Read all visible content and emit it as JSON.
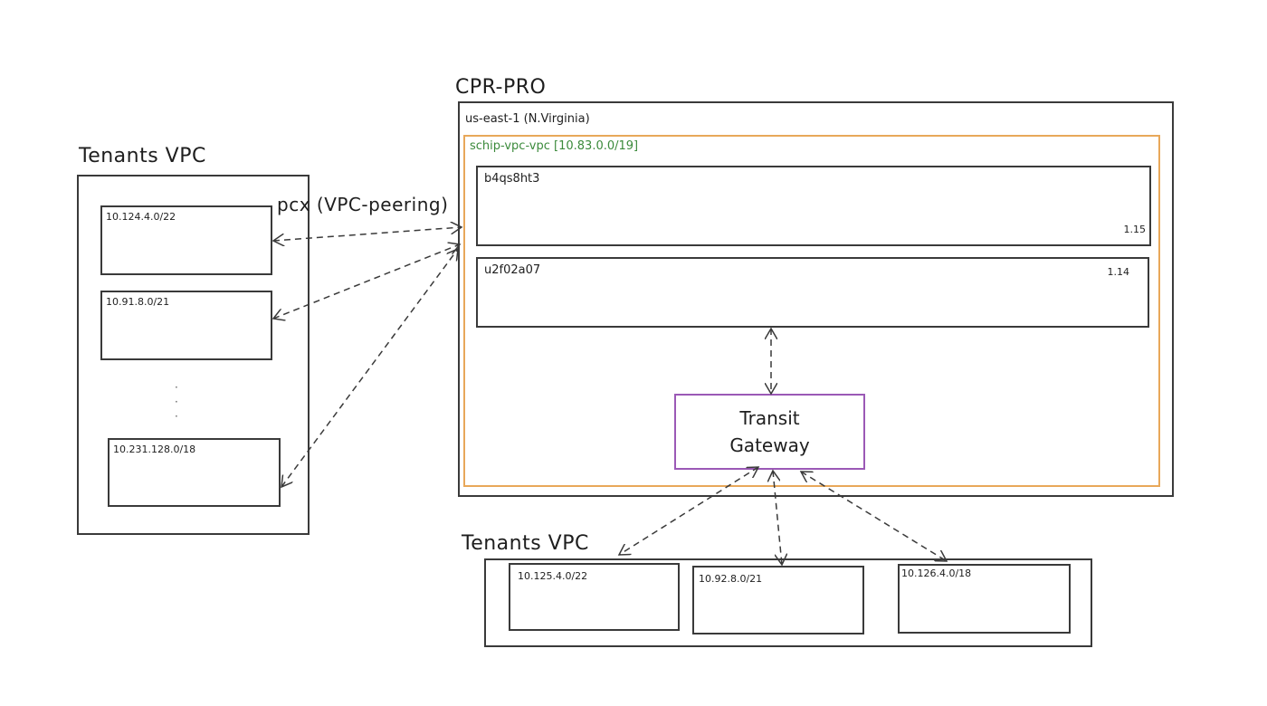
{
  "colors": {
    "stroke": "#3a3a3a",
    "vpc_border": "#e8a85a",
    "vpc_label": "#3b8a3b",
    "tgw_border": "#9b59b6"
  },
  "left_tenants": {
    "title": "Tenants VPC",
    "vpcs": [
      {
        "cidr": "10.124.4.0/22"
      },
      {
        "cidr": "10.91.8.0/21"
      },
      {
        "cidr": "10.231.128.0/18"
      }
    ],
    "ellipsis": ":"
  },
  "peering_label": "pcx (VPC-peering)",
  "account": {
    "title": "CPR-PRO",
    "region": "us-east-1 (N.Virginia)",
    "vpc": {
      "label": "schip-vpc-vpc [10.83.0.0/19]",
      "subnets": [
        {
          "name": "b4qs8ht3",
          "version": "1.15"
        },
        {
          "name": "u2f02a07",
          "version": "1.14"
        }
      ]
    },
    "transit_gateway": {
      "label": "Transit\nGateway"
    }
  },
  "bottom_tenants": {
    "title": "Tenants VPC",
    "vpcs": [
      {
        "cidr": "10.125.4.0/22"
      },
      {
        "cidr": "10.92.8.0/21"
      },
      {
        "cidr": "10.126.4.0/18"
      }
    ]
  }
}
